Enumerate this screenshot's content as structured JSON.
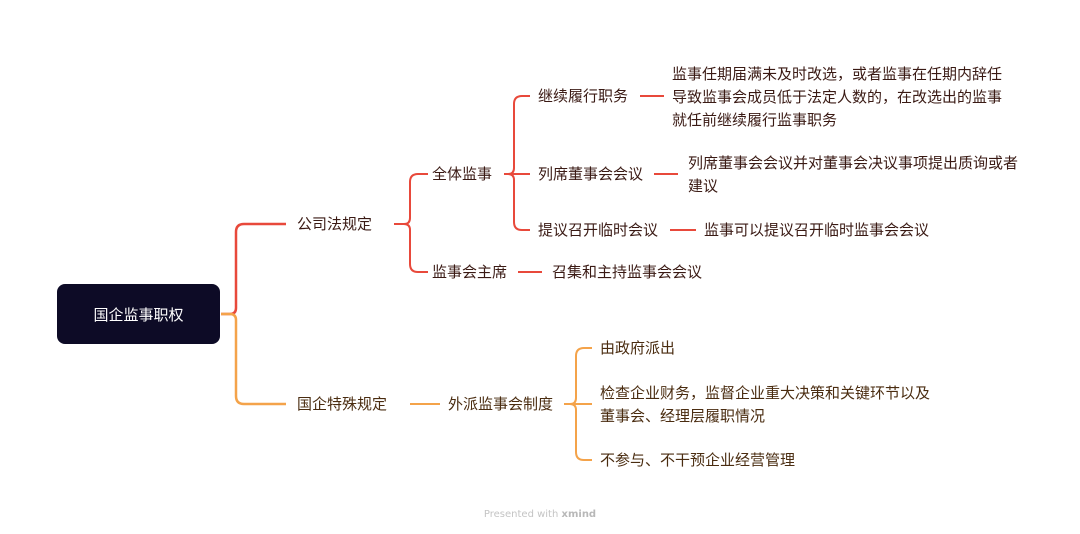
{
  "root": "国企监事职权",
  "branches": {
    "company_law": {
      "label": "公司法规定",
      "all_supervisors": {
        "label": "全体监事",
        "items": [
          {
            "label": "继续履行职务",
            "detail": "监事任期届满未及时改选，或者监事在任期内辞任导致监事会成员低于法定人数的，在改选出的监事就任前继续履行监事职务"
          },
          {
            "label": "列席董事会会议",
            "detail": "列席董事会会议并对董事会决议事项提出质询或者建议"
          },
          {
            "label": "提议召开临时会议",
            "detail": "监事可以提议召开临时监事会会议"
          }
        ]
      },
      "chairman": {
        "label": "监事会主席",
        "detail": "召集和主持监事会会议"
      }
    },
    "soe_special": {
      "label": "国企特殊规定",
      "external_board": {
        "label": "外派监事会制度",
        "items": [
          "由政府派出",
          "检查企业财务，监督企业重大决策和关键环节以及董事会、经理层履职情况",
          "不参与、不干预企业经营管理"
        ]
      }
    }
  },
  "footer": {
    "prefix": "Presented with",
    "brand": "xmind"
  },
  "colors": {
    "root_bg": "#0d0b26",
    "red_branch": "#e8493b",
    "orange_branch": "#f4a34a"
  }
}
